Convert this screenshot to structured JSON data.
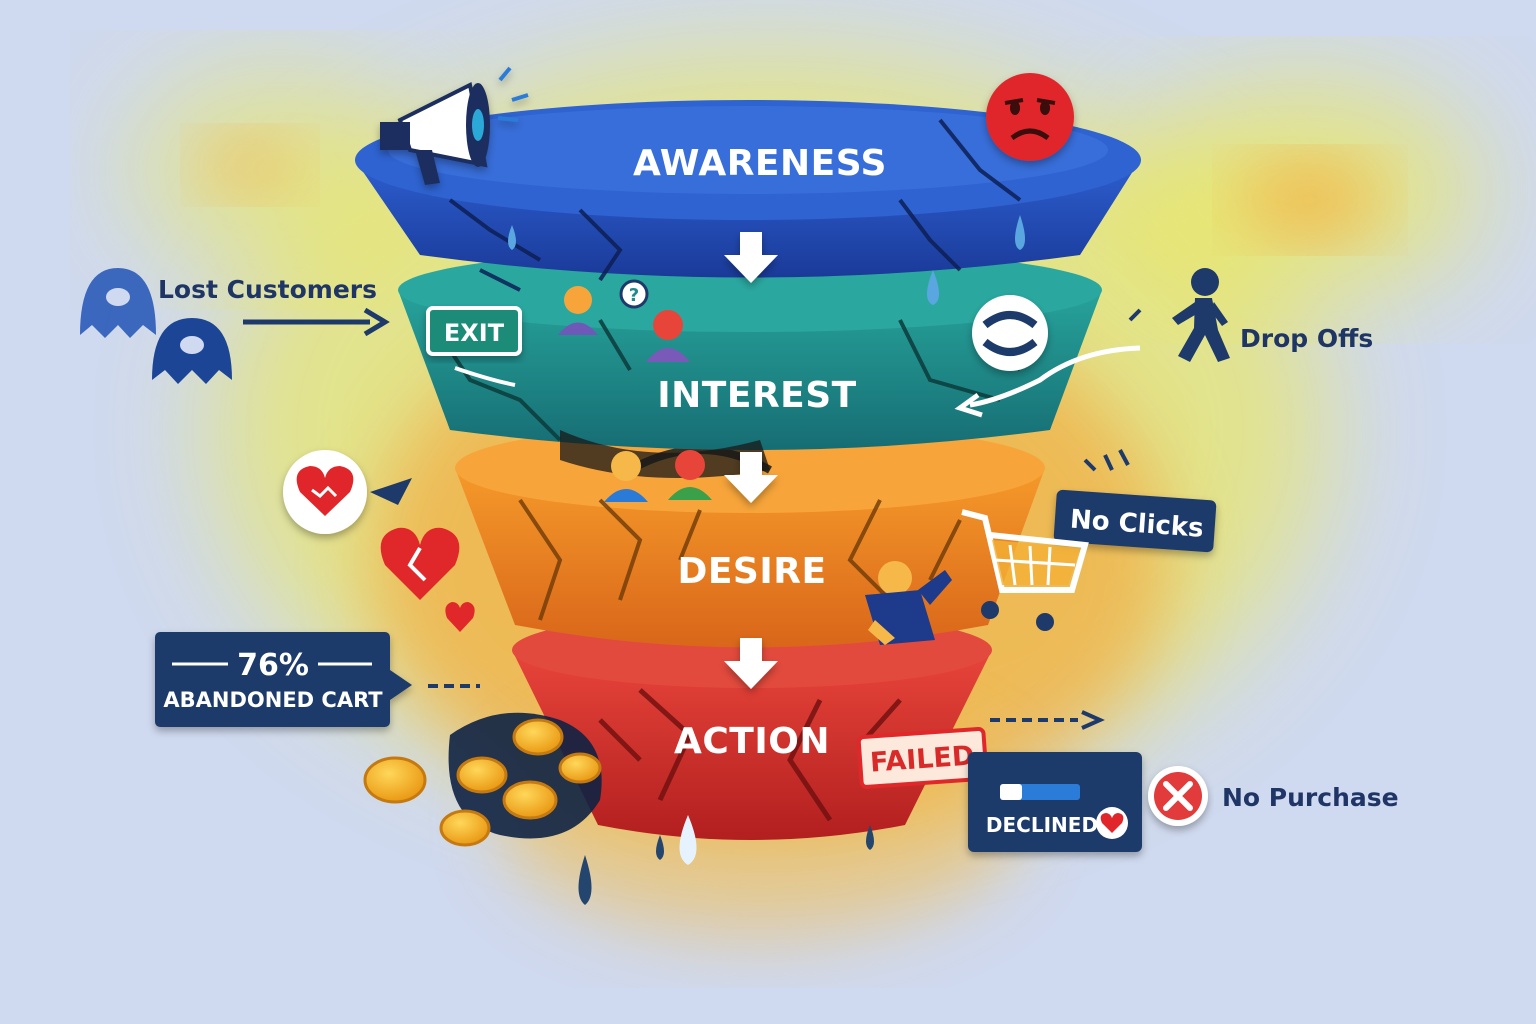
{
  "funnel": {
    "stages": [
      {
        "label": "AWARENESS",
        "color": "#2449b0"
      },
      {
        "label": "INTEREST",
        "color": "#1f8c8c"
      },
      {
        "label": "DESIRE",
        "color": "#ee7b1c"
      },
      {
        "label": "ACTION",
        "color": "#d93028"
      }
    ]
  },
  "labels": {
    "lost_customers": "Lost Customers",
    "exit_sign": "EXIT",
    "drop_offs": "Drop Offs",
    "no_clicks": "No Clicks",
    "abandoned_percent": "76%",
    "abandoned_text": "ABANDONED CART",
    "failed_stamp": "FAILED",
    "declined": "DECLINED",
    "no_purchase": "No Purchase"
  },
  "icons": {
    "megaphone": "megaphone-icon",
    "sad_face": "sad-face-icon",
    "ghost": "ghost-icon",
    "walking_person": "walking-person-icon",
    "shopping_cart": "shopping-cart-icon",
    "broken_heart": "broken-heart-icon",
    "coin": "coin-icon",
    "x_mark": "x-mark-icon",
    "arrow_down": "arrow-down-icon"
  },
  "colors": {
    "background": "#cfd9ef",
    "heat_yellow": "#f2ec3a",
    "heat_orange": "#f79a2c",
    "navy": "#1e3a6b",
    "coin": "#f5b41f",
    "x_red": "#e23a3a"
  }
}
